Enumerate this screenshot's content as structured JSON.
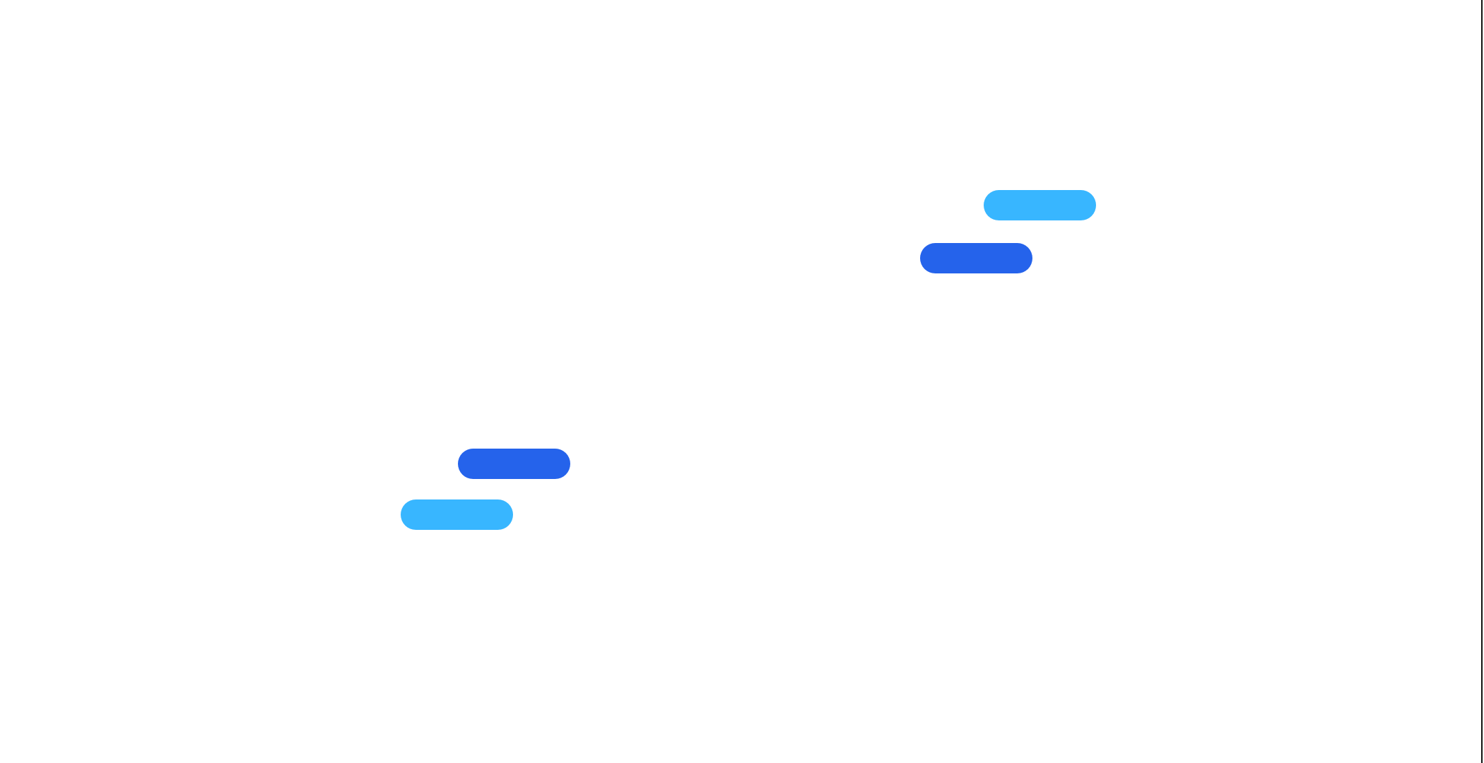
{
  "canvas": {
    "background": "#ffffff",
    "edge_color": "#111111"
  },
  "pills": [
    {
      "name": "light-blue",
      "color": "#38b6ff"
    },
    {
      "name": "royal-blue",
      "color": "#2563eb"
    },
    {
      "name": "royal-blue",
      "color": "#2563eb"
    },
    {
      "name": "light-blue",
      "color": "#38b6ff"
    }
  ]
}
